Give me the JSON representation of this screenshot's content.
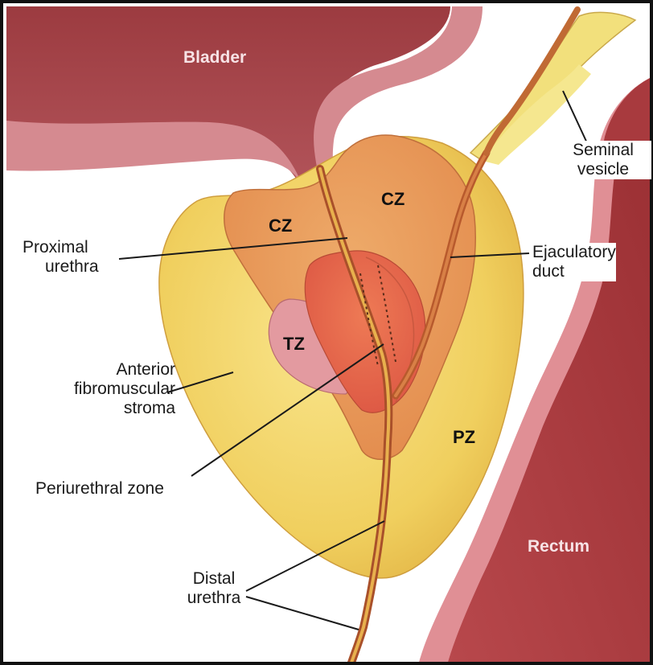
{
  "labels": {
    "bladder": "Bladder",
    "seminal_vesicle": [
      "Seminal",
      "vesicle"
    ],
    "proximal_urethra": [
      "Proximal",
      "urethra"
    ],
    "ejaculatory_duct": [
      "Ejaculatory",
      "duct"
    ],
    "anterior_stroma": [
      "Anterior",
      "fibromuscular",
      "stroma"
    ],
    "periurethral_zone": "Periurethral zone",
    "distal_urethra": [
      "Distal",
      "urethra"
    ],
    "rectum": "Rectum"
  },
  "zones": {
    "cz_left": "CZ",
    "cz_right": "CZ",
    "tz": "TZ",
    "pz": "PZ"
  },
  "colors": {
    "bladder": "#a8474b",
    "bladder_lining": "#d98c91",
    "rectum": "#a83a3e",
    "rectum_lining": "#df8f95",
    "pz_fibromuscular": "#f3d66a",
    "central_zone": "#e99a5a",
    "transition_zone": "#e8635a",
    "tz_lobe": "#e39aa0",
    "urethra": "#b85a2d",
    "seminal_vesicle": "#f1e07a"
  }
}
